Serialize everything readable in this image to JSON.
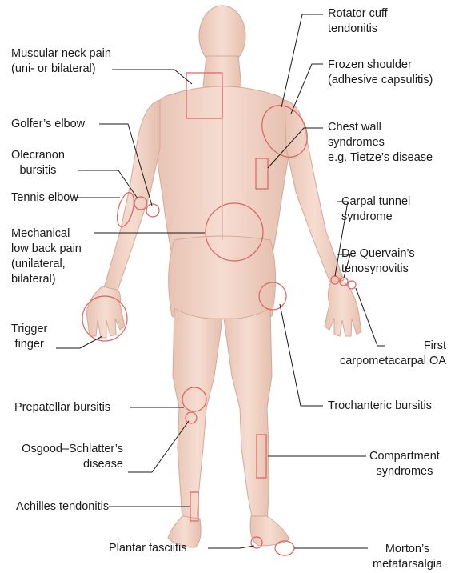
{
  "figure": {
    "labels": {
      "rotator_cuff": "Rotator cuff\ntendonitis",
      "frozen_shoulder": "Frozen shoulder\n(adhesive capsulitis)",
      "chest_wall": "Chest wall\nsyndromes\ne.g. Tietze’s disease",
      "carpal_tunnel": "Carpal tunnel\nsyndrome",
      "de_quervain": "De Quervain’s\ntenosynovitis",
      "first_cmc": "First\ncarpometacarpal OA",
      "trochanteric": "Trochanteric bursitis",
      "compartment": "Compartment\nsyndromes",
      "morton": "Morton’s\nmetatarsalgia",
      "plantar": "Plantar fasciitis",
      "muscular_neck": "Muscular neck pain\n(uni- or bilateral)",
      "golfer": "Golfer’s elbow",
      "olecranon": "Olecranon\nbursitis",
      "tennis": "Tennis elbow",
      "mechanical_back": "Mechanical\nlow back pain\n(unilateral,\nbilateral)",
      "trigger": "Trigger\nfinger",
      "prepatellar": "Prepatellar bursitis",
      "osgood": "Osgood–Schlatter’s\ndisease",
      "achilles": "Achilles tendonitis"
    }
  },
  "colors": {
    "skin": "#f2d5c8",
    "skin_shadow": "#dcb3a3",
    "marker": "#e06060",
    "leader": "#1a1a1a"
  }
}
